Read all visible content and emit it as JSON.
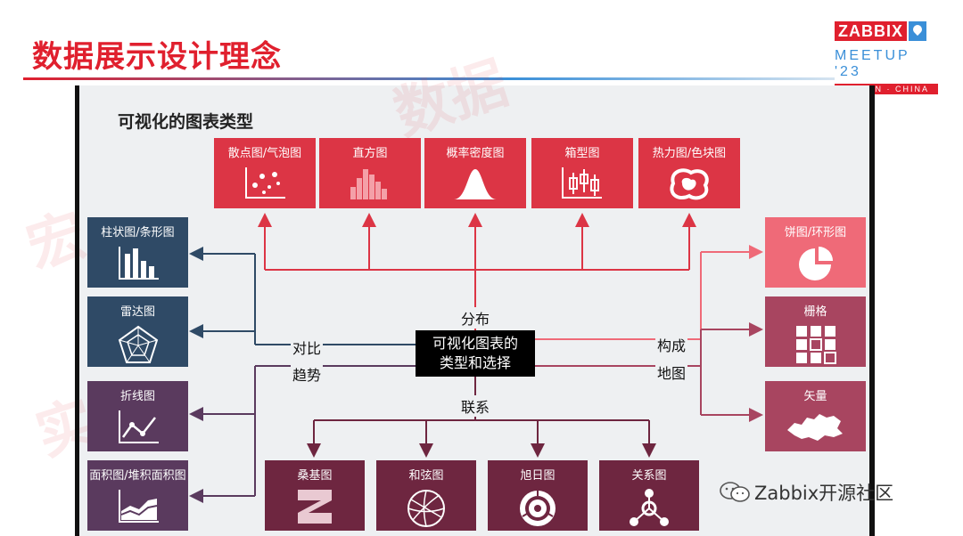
{
  "header": {
    "title": "数据展示设计理念"
  },
  "logo": {
    "brand": "ZABBIX",
    "event": "MEETUP '23",
    "city": "WUHAN · CHINA"
  },
  "watermark_text": [
    "宏",
    "数据",
    "实"
  ],
  "diagram": {
    "panel_title": "可视化的图表类型",
    "center": {
      "line1": "可视化图表的",
      "line2": "类型和选择"
    },
    "categories": {
      "distribution": "分布",
      "comparison": "对比",
      "trend": "趋势",
      "composition": "构成",
      "map": "地图",
      "relation": "联系"
    },
    "distribution_charts": [
      "散点图/气泡图",
      "直方图",
      "概率密度图",
      "箱型图",
      "热力图/色块图"
    ],
    "comparison_charts": [
      "柱状图/条形图",
      "雷达图"
    ],
    "trend_charts": [
      "折线图",
      "面积图/堆积面积图"
    ],
    "composition_charts": [
      "饼图/环形图",
      "栅格"
    ],
    "map_charts": [
      "矢量"
    ],
    "relation_charts": [
      "桑基图",
      "和弦图",
      "旭日图",
      "关系图"
    ],
    "colors": {
      "distribution": "#dc3545",
      "comparison": "#2f4a66",
      "trend": "#5a3a5e",
      "relation": "#6e2640",
      "composition": "#ef6a78",
      "map": "#a84560"
    }
  },
  "footer": {
    "wechat_account": "Zabbix开源社区"
  }
}
